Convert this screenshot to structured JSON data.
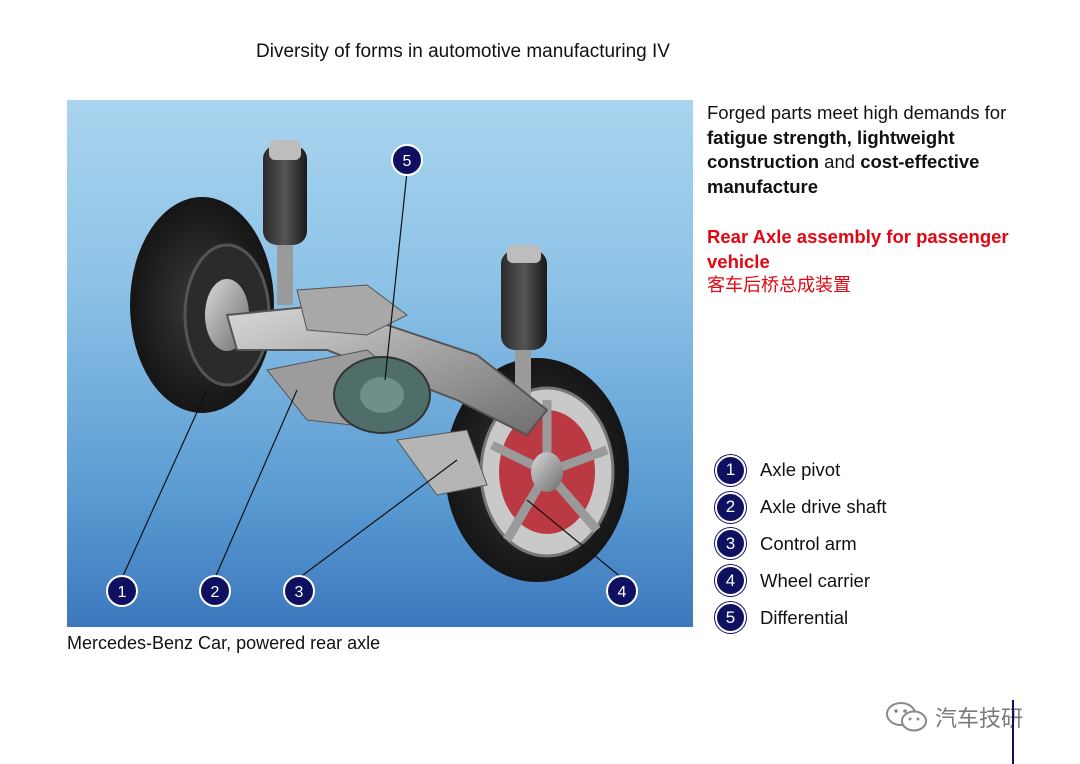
{
  "slide": {
    "title": "Diversity of forms in automotive manufacturing IV"
  },
  "photo": {
    "caption": "Mercedes-Benz Car, powered rear axle",
    "callouts": [
      "1",
      "2",
      "3",
      "4",
      "5"
    ]
  },
  "intro": {
    "t1": "Forged parts meet high demands for ",
    "b1": "fatigue strength, lightweight construction",
    "t2": " and ",
    "b2": "cost-effective manufacture"
  },
  "highlight": {
    "en": "Rear Axle assembly for passenger vehicle",
    "cn": "客车后桥总成装置"
  },
  "legend": [
    {
      "num": "1",
      "label": "Axle pivot"
    },
    {
      "num": "2",
      "label": "Axle drive shaft"
    },
    {
      "num": "3",
      "label": "Control arm"
    },
    {
      "num": "4",
      "label": "Wheel carrier"
    },
    {
      "num": "5",
      "label": "Differential"
    }
  ],
  "watermark": {
    "text": "汽车技研",
    "icon": "wechat-icon"
  },
  "colors": {
    "badge": "#101060",
    "highlight": "#e30613"
  }
}
